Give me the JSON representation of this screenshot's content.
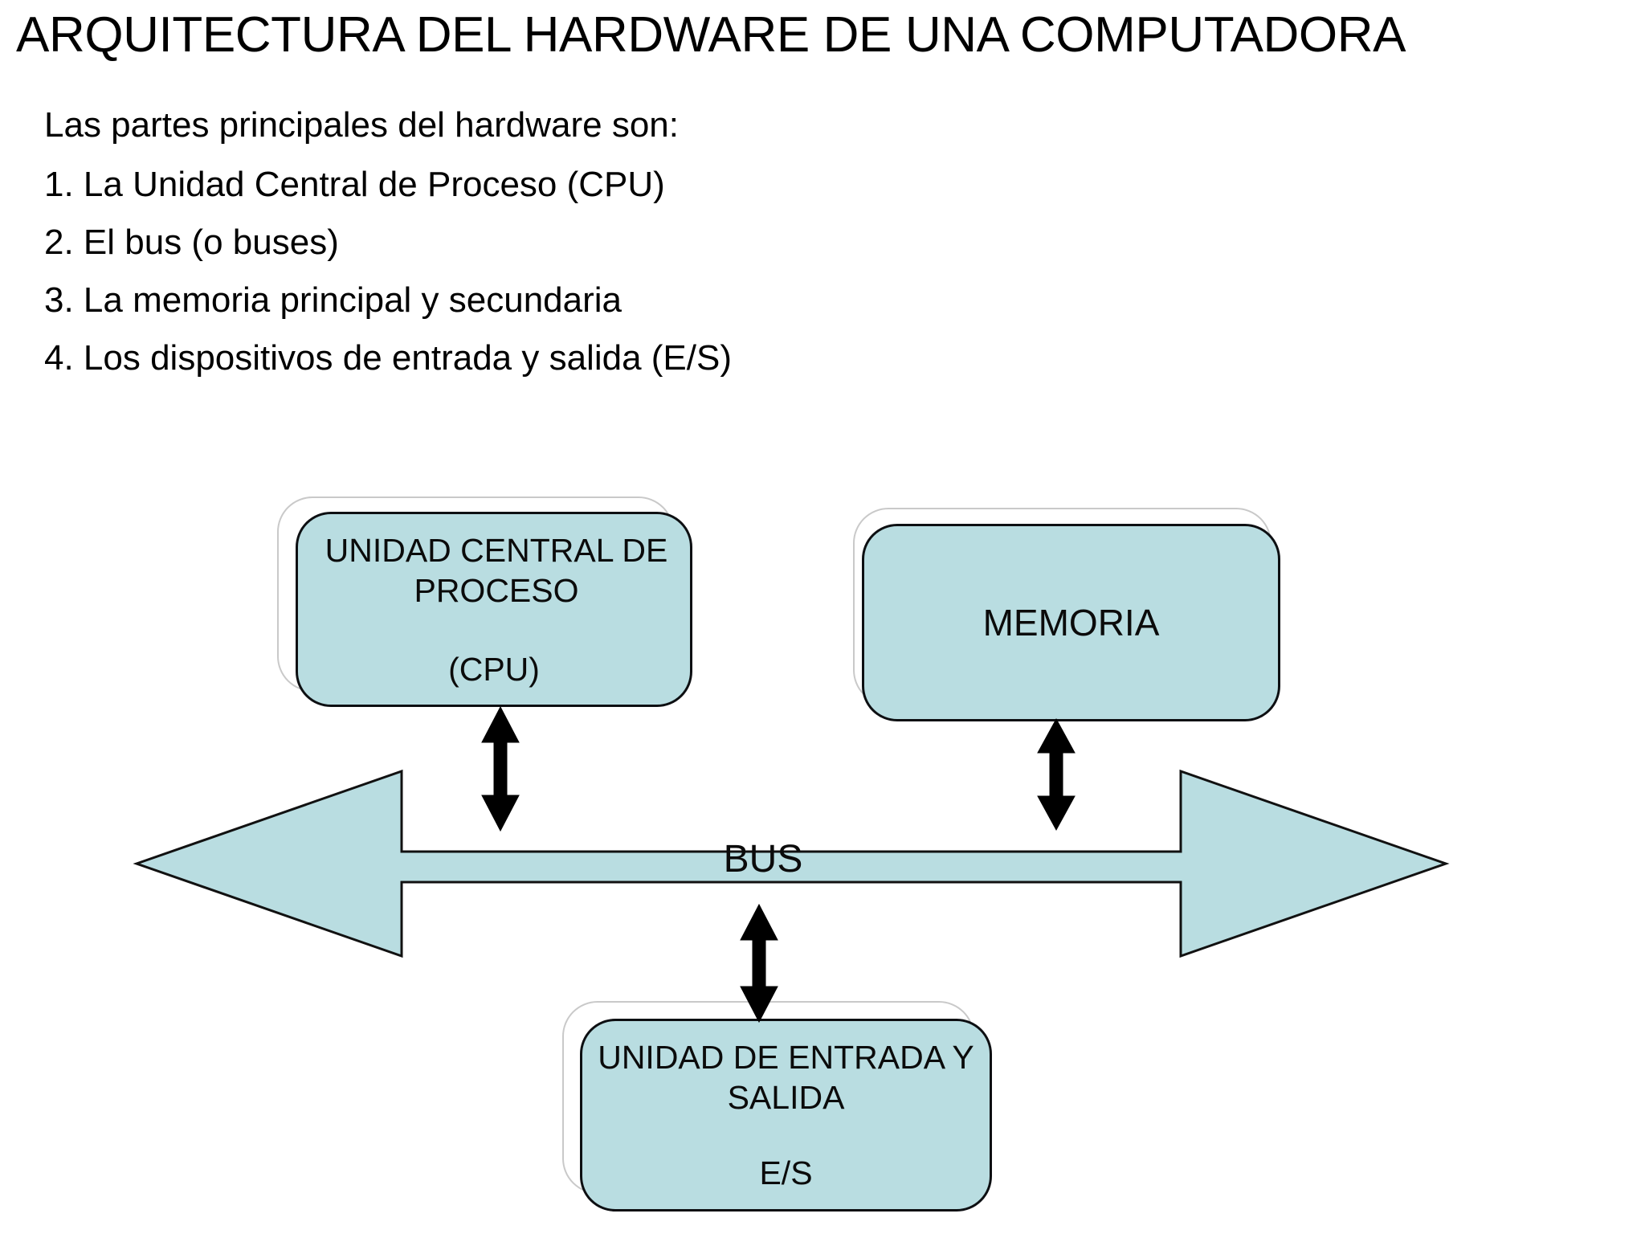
{
  "slide": {
    "title": "ARQUITECTURA DEL HARDWARE DE UNA COMPUTADORA",
    "intro": "Las partes principales del hardware son:",
    "items": [
      "1. La Unidad Central de Proceso (CPU)",
      "2. El bus (o buses)",
      "3. La memoria principal y secundaria",
      "4. Los dispositivos de entrada y salida (E/S)"
    ]
  },
  "diagram": {
    "cpu": {
      "label": "UNIDAD CENTRAL DE PROCESO",
      "sublabel": "(CPU)"
    },
    "memory": {
      "label": "MEMORIA"
    },
    "bus": {
      "label": "BUS"
    },
    "io": {
      "label": "UNIDAD DE ENTRADA Y SALIDA",
      "sublabel": "E/S"
    }
  },
  "colors": {
    "node_fill": "#b9dde1",
    "node_stroke": "#0d0f12",
    "shadow_stroke": "#c9c9c9",
    "bus_fill": "#b9dde1",
    "bus_stroke": "#111111",
    "text": "#000000",
    "background": "#ffffff"
  }
}
